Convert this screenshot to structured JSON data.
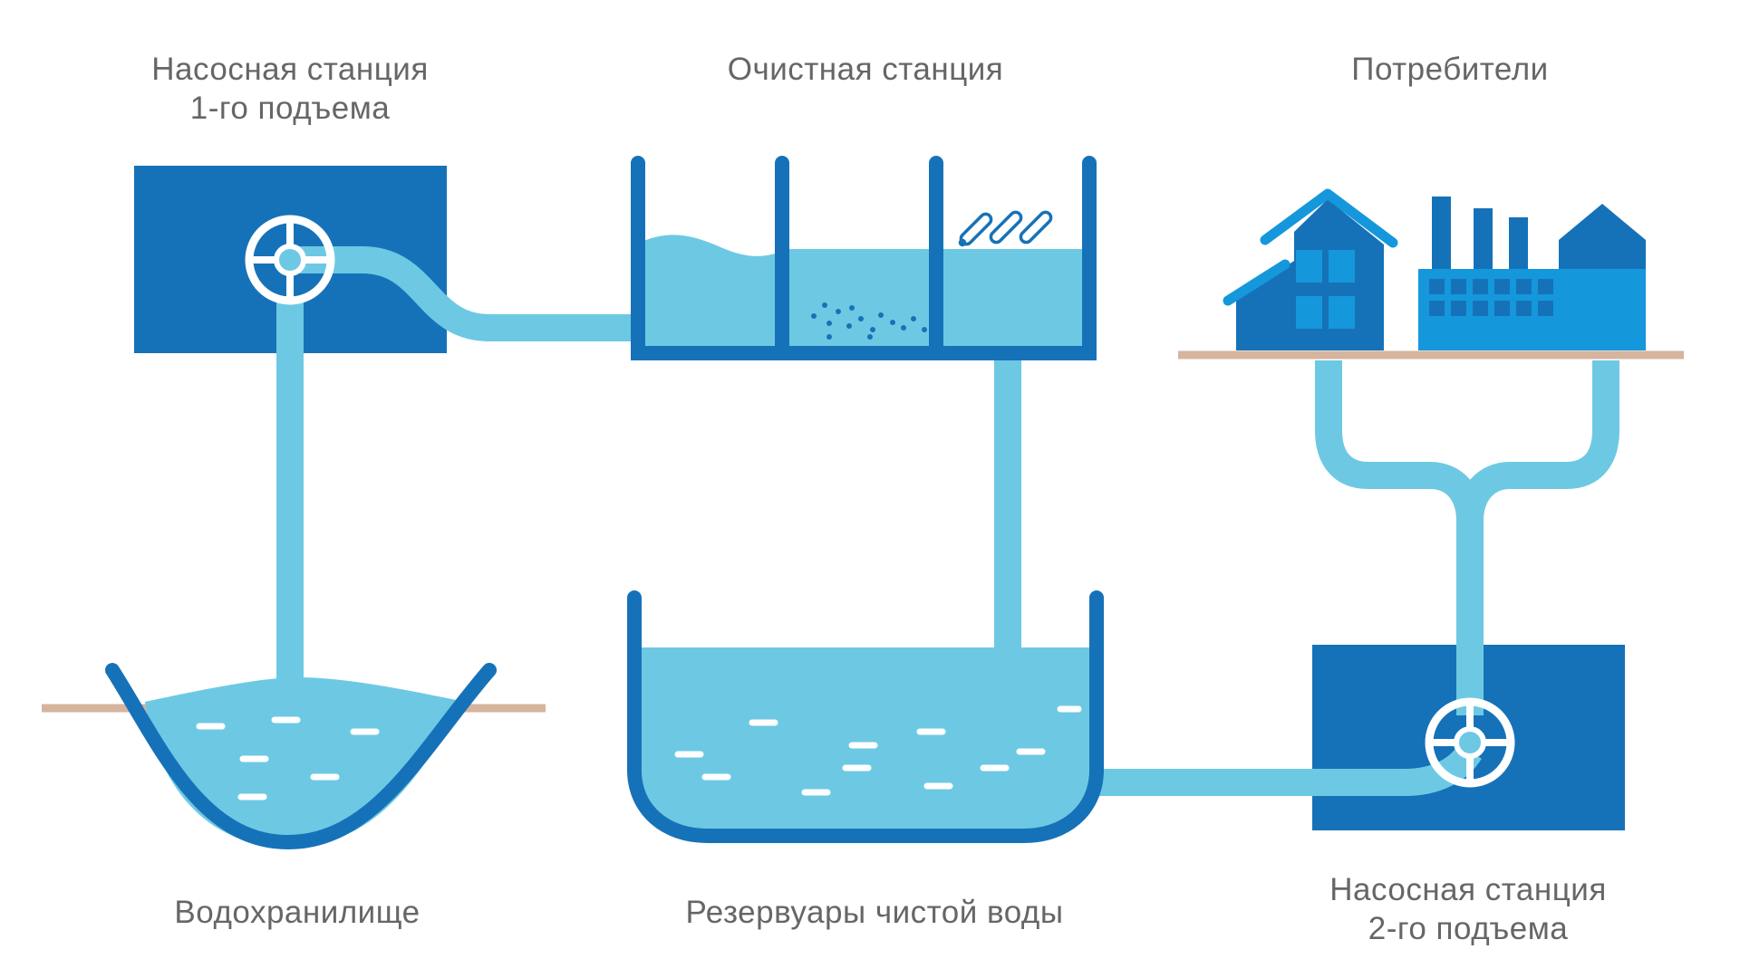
{
  "labels": {
    "pump_station_1": [
      "Насосная станция",
      "1-го подъема"
    ],
    "treatment_plant": "Очистная станция",
    "consumers": "Потребители",
    "reservoir": "Водохранилище",
    "clean_water_tanks": "Резервуары чистой воды",
    "pump_station_2": [
      "Насосная станция",
      "2-го подъема"
    ]
  },
  "colors": {
    "dark_blue": "#1672b8",
    "light_blue": "#6dc9e3",
    "medium_blue": "#1597dc",
    "ground": "#d6b49d",
    "text": "#666666"
  },
  "icons": {
    "pump_1": "pump-wheel-icon",
    "pump_2": "pump-wheel-icon",
    "house": "house-icon",
    "factory": "factory-icon"
  }
}
